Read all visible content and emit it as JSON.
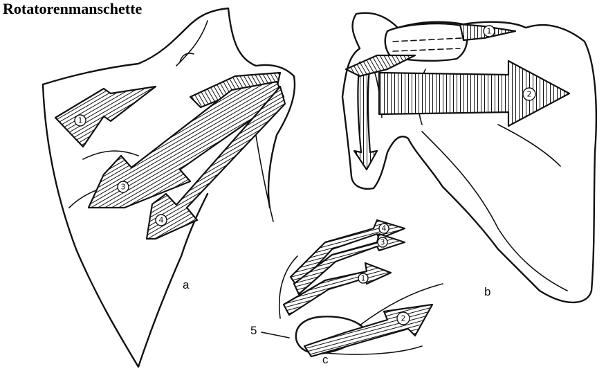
{
  "title": "Rotatorenmanschette",
  "panel_labels": {
    "a": "a",
    "b": "b",
    "c": "c"
  },
  "callout_5": "5",
  "arrow_numbers": {
    "a1": "1",
    "a3": "3",
    "a4": "4",
    "b1": "1",
    "b2": "2",
    "c4": "4",
    "c3": "3",
    "c1": "1",
    "c2": "2"
  },
  "colors": {
    "ink": "#111111",
    "paper": "#ffffff"
  }
}
